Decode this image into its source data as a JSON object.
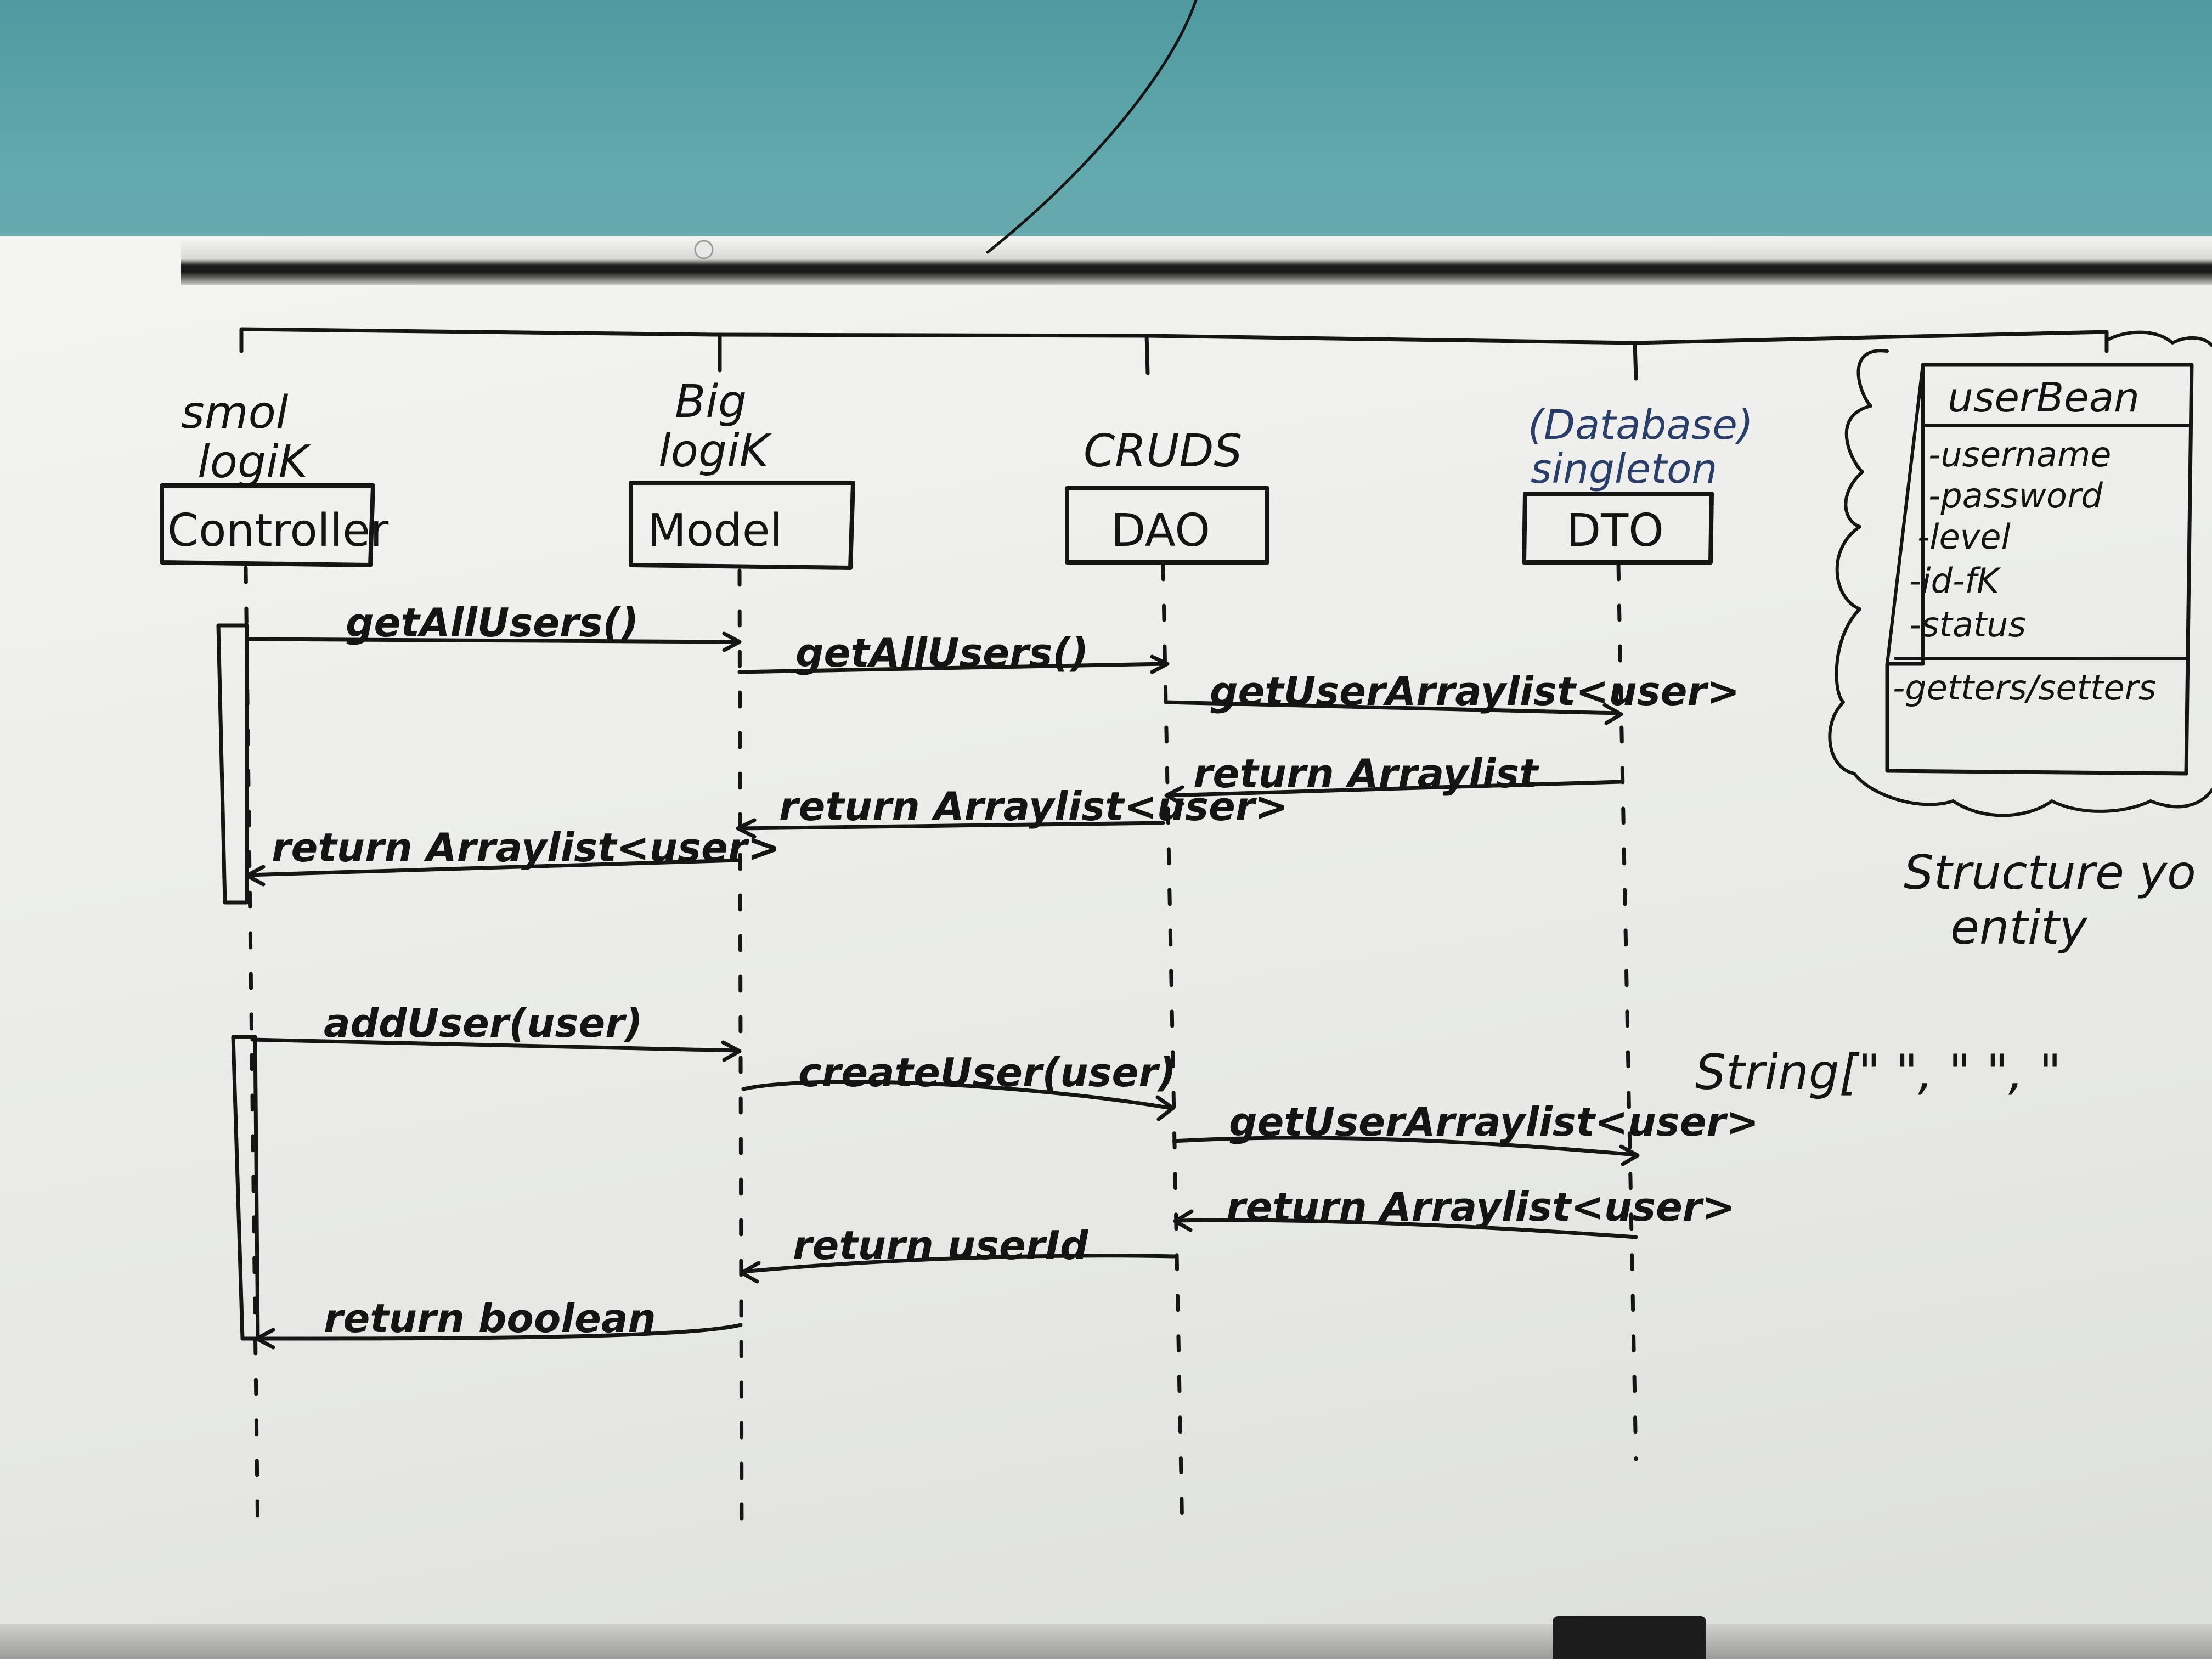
{
  "actors": [
    {
      "caption": [
        "smol",
        "logiK"
      ],
      "box": "Controller"
    },
    {
      "caption": [
        "Big",
        "logiK"
      ],
      "box": "Model"
    },
    {
      "caption": [
        "CRUDS"
      ],
      "box": "DAO"
    },
    {
      "caption": [
        "(Database)",
        "singleton"
      ],
      "box": "DTO"
    }
  ],
  "messages_top": [
    "getAllUsers()",
    "getAllUsers()",
    "getUserArraylist<user>",
    "return Arraylist",
    "return Arraylist<user>",
    "return Arraylist<user>"
  ],
  "messages_bottom": [
    "addUser(user)",
    "createUser(user)",
    "getUserArraylist<user>",
    "return Arraylist<user>",
    "return userId",
    "return boolean"
  ],
  "bean": {
    "title": "userBean",
    "fields": [
      "-username",
      "-password",
      "-level",
      "-id-fK",
      "-status"
    ],
    "methods": [
      "-getters/setters"
    ]
  },
  "notes": {
    "structure_line1": "Structure yo",
    "structure_line2": "entity",
    "string_array": "String[\"  \",  \"  \",  \""
  }
}
